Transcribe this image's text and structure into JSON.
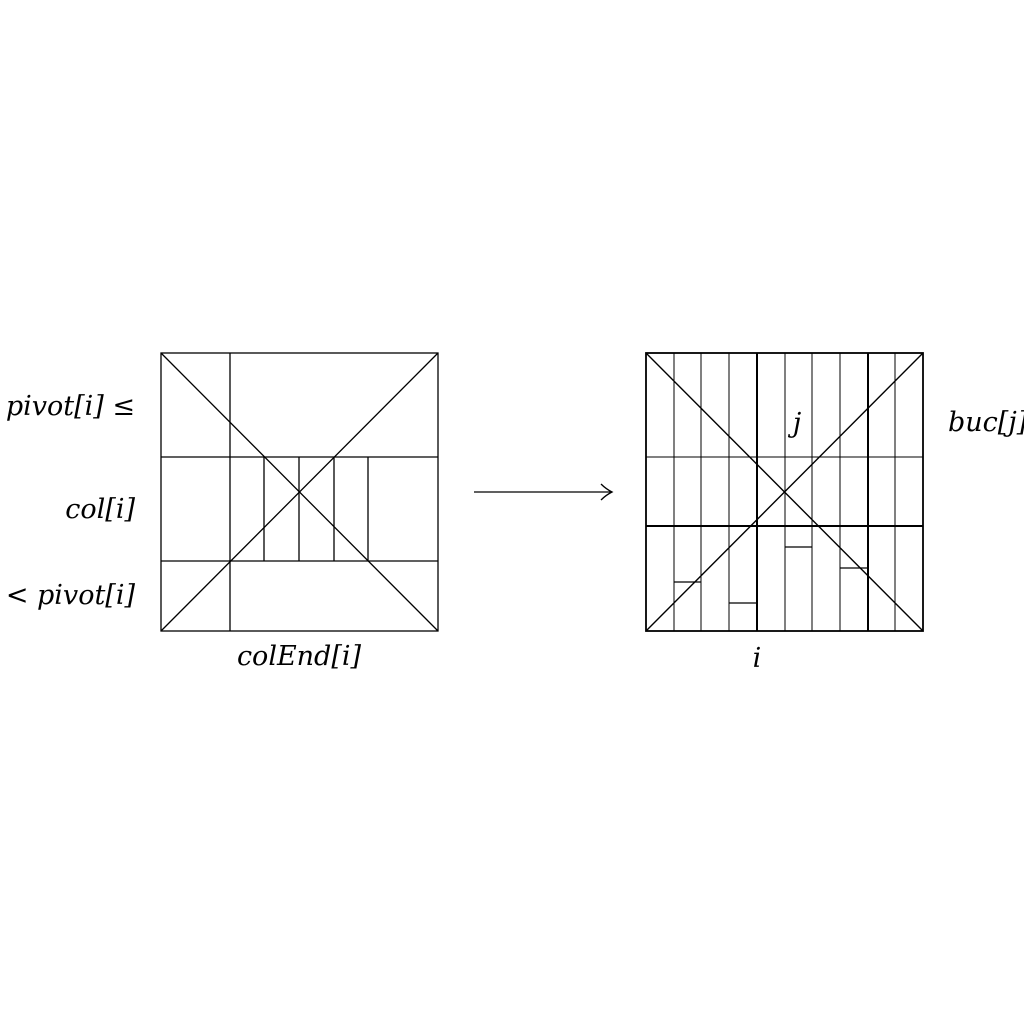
{
  "left_figure": {
    "label_top": "pivot[i] ≤",
    "label_mid": "col[i]",
    "label_bottom": "< pivot[i]",
    "label_below": "colEnd[i]"
  },
  "right_figure": {
    "label_j": "j",
    "label_side": "buc[j]",
    "label_below": "i"
  },
  "colors": {
    "line": "#000000",
    "background": "#ffffff"
  }
}
